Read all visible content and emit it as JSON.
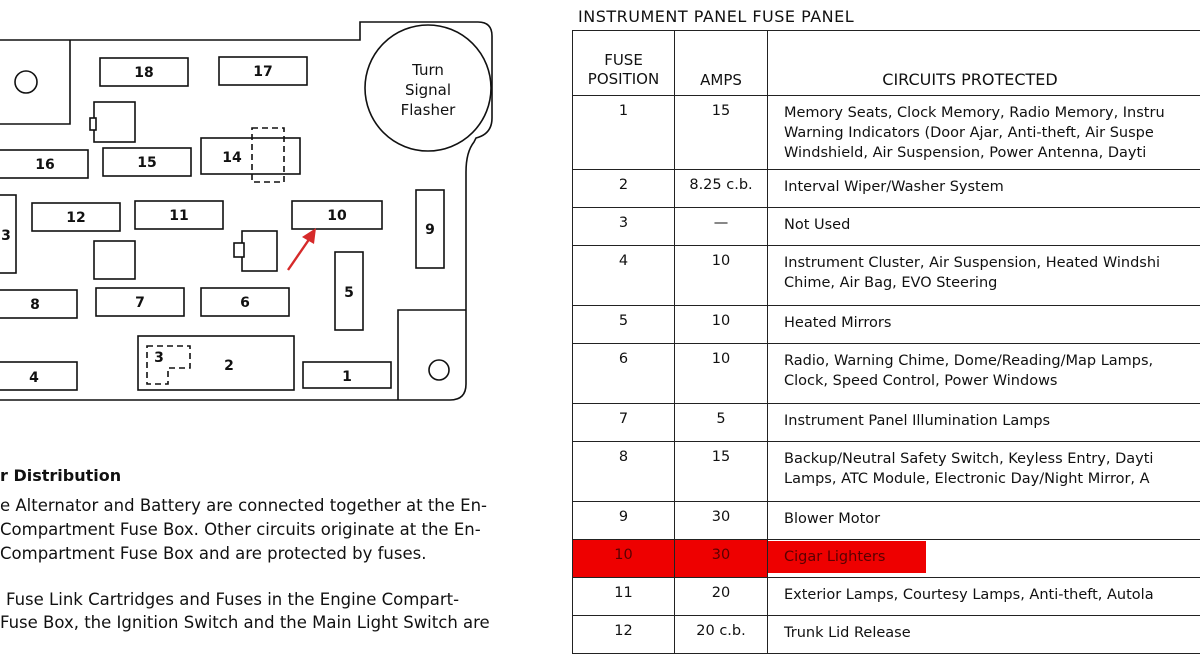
{
  "diagram": {
    "fuse_labels": {
      "f18": "18",
      "f17": "17",
      "f16": "16",
      "f15": "15",
      "f14": "14",
      "f13": "3",
      "f12": "12",
      "f11": "11",
      "f10": "10",
      "f9": "9",
      "f8": "8",
      "f7": "7",
      "f6": "6",
      "f5": "5",
      "f4": "4",
      "f3": "3",
      "f2": "2",
      "f1": "1"
    },
    "flasher": {
      "line1": "Turn",
      "line2": "Signal",
      "line3": "Flasher"
    },
    "highlight_color": "#d62a2a"
  },
  "prose": {
    "heading": "r Distribution",
    "lines": [
      "e Alternator and Battery are connected together at the En-",
      "Compartment Fuse Box. Other circuits originate at the En-",
      "Compartment Fuse Box and are protected by fuses.",
      "Fuse Link Cartridges and Fuses in the Engine Compart-",
      "Fuse Box, the Ignition Switch and the Main Light Switch are"
    ]
  },
  "table": {
    "title": "INSTRUMENT PANEL FUSE PANEL",
    "headers": {
      "position_line1": "FUSE",
      "position_line2": "POSITION",
      "amps": "AMPS",
      "circuits": "CIRCUITS PROTECTED"
    },
    "rows": [
      {
        "pos": "1",
        "amps": "15",
        "circuits": [
          "Memory Seats, Clock Memory, Radio Memory, Instru",
          "Warning Indicators (Door Ajar, Anti-theft, Air Suspe",
          "Windshield, Air Suspension,  Power Antenna, Dayti"
        ]
      },
      {
        "pos": "2",
        "amps": "8.25 c.b.",
        "circuits": [
          "Interval Wiper/Washer System"
        ]
      },
      {
        "pos": "3",
        "amps": "—",
        "circuits": [
          "Not Used"
        ]
      },
      {
        "pos": "4",
        "amps": "10",
        "circuits": [
          "Instrument Cluster, Air Suspension, Heated Windshi",
          "Chime, Air Bag, EVO Steering"
        ]
      },
      {
        "pos": "5",
        "amps": "10",
        "circuits": [
          "Heated Mirrors"
        ]
      },
      {
        "pos": "6",
        "amps": "10",
        "circuits": [
          "Radio, Warning Chime, Dome/Reading/Map Lamps,",
          "Clock, Speed Control, Power Windows"
        ]
      },
      {
        "pos": "7",
        "amps": "5",
        "circuits": [
          "Instrument Panel Illumination Lamps"
        ]
      },
      {
        "pos": "8",
        "amps": "15",
        "circuits": [
          "Backup/Neutral Safety Switch, Keyless Entry, Dayti",
          "Lamps, ATC Module, Electronic Day/Night Mirror, A"
        ]
      },
      {
        "pos": "9",
        "amps": "30",
        "circuits": [
          "Blower Motor"
        ]
      },
      {
        "pos": "10",
        "amps": "30",
        "circuits": [
          "Cigar Lighters"
        ]
      },
      {
        "pos": "11",
        "amps": "20",
        "circuits": [
          "Exterior Lamps, Courtesy Lamps, Anti-theft, Autola"
        ]
      },
      {
        "pos": "12",
        "amps": "20 c.b.",
        "circuits": [
          "Trunk Lid Release"
        ]
      }
    ],
    "highlight_color": "#ee0000"
  }
}
